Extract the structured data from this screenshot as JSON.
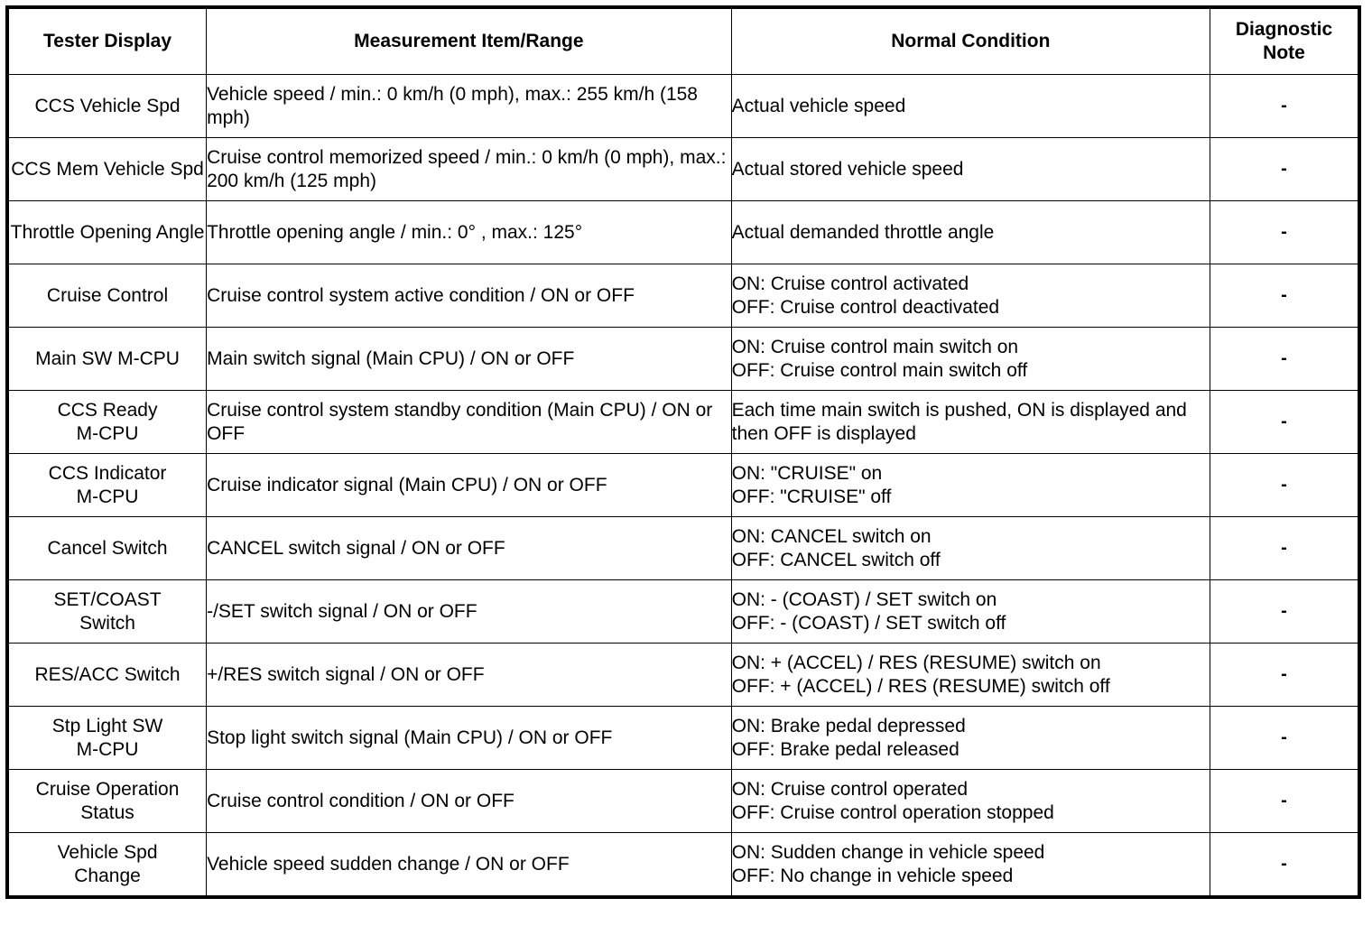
{
  "table": {
    "columns": [
      {
        "key": "tester_display",
        "label": "Tester Display"
      },
      {
        "key": "measurement_item_range",
        "label": "Measurement Item/Range"
      },
      {
        "key": "normal_condition",
        "label": "Normal Condition"
      },
      {
        "key": "diagnostic_note",
        "label": "Diagnostic\nNote"
      }
    ],
    "rows": [
      {
        "tester_display": "CCS Vehicle Spd",
        "measurement_item_range": "Vehicle speed / min.: 0 km/h (0 mph), max.: 255 km/h (158 mph)",
        "normal_condition": "Actual vehicle speed",
        "diagnostic_note": "-"
      },
      {
        "tester_display": "CCS Mem Vehicle Spd",
        "measurement_item_range": "Cruise control memorized speed / min.: 0 km/h (0 mph), max.: 200 km/h (125 mph)",
        "normal_condition": "Actual stored vehicle speed",
        "diagnostic_note": "-"
      },
      {
        "tester_display": "Throttle Opening Angle",
        "measurement_item_range": "Throttle opening angle / min.: 0° , max.: 125°",
        "normal_condition": "Actual demanded throttle angle",
        "diagnostic_note": "-"
      },
      {
        "tester_display": "Cruise Control",
        "measurement_item_range": "Cruise control system active condition / ON or OFF",
        "normal_condition": "ON: Cruise control activated\nOFF: Cruise control deactivated",
        "diagnostic_note": "-"
      },
      {
        "tester_display": "Main SW M-CPU",
        "measurement_item_range": "Main switch signal (Main CPU) / ON or OFF",
        "normal_condition": "ON: Cruise control main switch on\nOFF: Cruise control main switch off",
        "diagnostic_note": "-"
      },
      {
        "tester_display": "CCS Ready\nM-CPU",
        "measurement_item_range": "Cruise control system standby condition (Main CPU) / ON or OFF",
        "normal_condition": "Each time main switch is pushed, ON is displayed and then OFF is displayed",
        "diagnostic_note": "-"
      },
      {
        "tester_display": "CCS Indicator\nM-CPU",
        "measurement_item_range": "Cruise indicator signal (Main CPU) / ON or OFF",
        "normal_condition": "ON: \"CRUISE\" on\nOFF: \"CRUISE\" off",
        "diagnostic_note": "-"
      },
      {
        "tester_display": "Cancel Switch",
        "measurement_item_range": "CANCEL switch signal / ON or OFF",
        "normal_condition": "ON: CANCEL switch on\nOFF: CANCEL switch off",
        "diagnostic_note": "-"
      },
      {
        "tester_display": "SET/COAST\nSwitch",
        "measurement_item_range": "-/SET switch signal / ON or OFF",
        "normal_condition": "ON: - (COAST) / SET switch on\nOFF: - (COAST) / SET switch off",
        "diagnostic_note": "-"
      },
      {
        "tester_display": "RES/ACC Switch",
        "measurement_item_range": "+/RES switch signal / ON or OFF",
        "normal_condition": "ON: + (ACCEL) / RES (RESUME) switch on\nOFF: + (ACCEL) / RES (RESUME) switch off",
        "diagnostic_note": "-"
      },
      {
        "tester_display": "Stp Light SW\nM-CPU",
        "measurement_item_range": "Stop light switch signal (Main CPU) / ON or OFF",
        "normal_condition": "ON: Brake pedal depressed\nOFF: Brake pedal released",
        "diagnostic_note": "-"
      },
      {
        "tester_display": "Cruise Operation\nStatus",
        "measurement_item_range": "Cruise control condition / ON or OFF",
        "normal_condition": "ON: Cruise control operated\nOFF: Cruise control operation stopped",
        "diagnostic_note": "-"
      },
      {
        "tester_display": "Vehicle Spd\nChange",
        "measurement_item_range": "Vehicle speed sudden change / ON or OFF",
        "normal_condition": "ON: Sudden change in vehicle speed\nOFF: No change in vehicle speed",
        "diagnostic_note": "-"
      }
    ]
  },
  "style": {
    "border_color": "#000000",
    "text_color": "#000000",
    "background_color": "#ffffff"
  }
}
